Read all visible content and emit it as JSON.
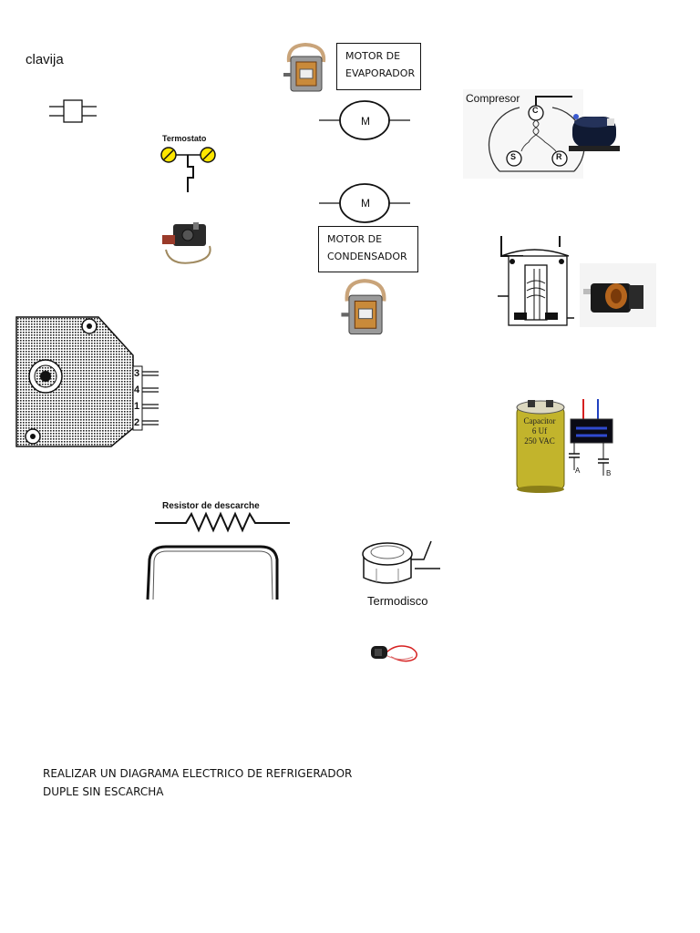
{
  "page": {
    "plug_label": "clavija",
    "thermostat_label": "Termostato",
    "evaporator_motor_label": [
      "MOTOR DE",
      "EVAPORADOR"
    ],
    "condenser_motor_label": [
      "MOTOR DE",
      "CONDENSADOR"
    ],
    "motor_symbol": "M",
    "compressor_label": "Compresor",
    "compressor_terminals": [
      "C",
      "S",
      "R"
    ],
    "timer_terminals": [
      "3",
      "4",
      "1",
      "2"
    ],
    "capacitor_text": [
      "Capacitor",
      "6 Uf",
      "250 VAC"
    ],
    "capacitor_terminals": [
      "A",
      "B"
    ],
    "defrost_resistor_label": "Resistor de descarche",
    "thermodisc_label": "Termodisco",
    "instruction": [
      "REALIZAR UN DIAGRAMA ELECTRICO DE REFRIGERADOR",
      "DUPLE SIN ESCARCHA"
    ]
  },
  "colors": {
    "line": "#111111",
    "capacitor_body": "#c2b42c",
    "copper": "#b5651d",
    "red_wire": "#d62020",
    "blue_wire": "#2040c0"
  }
}
